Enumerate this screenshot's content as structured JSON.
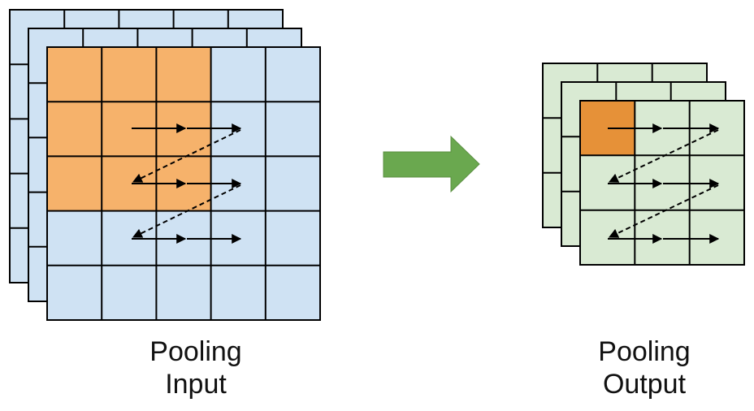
{
  "input": {
    "caption_line1": "Pooling",
    "caption_line2": "Input",
    "grid_size": 5,
    "layers": 3,
    "fill_color": "#cfe2f3",
    "highlight_color": "#f6b26b",
    "highlight_cells": 9
  },
  "output": {
    "caption_line1": "Pooling",
    "caption_line2": "Output",
    "grid_size": 3,
    "layers": 3,
    "fill_color": "#d9ead3",
    "highlight_color": "#e69138",
    "highlight_cells": 1
  },
  "transform_arrow": {
    "color": "#6aa84f",
    "icon": "right-arrow-icon"
  },
  "scan_path": {
    "style": "solid arrows left-to-right, dashed arrows returning to next row"
  }
}
